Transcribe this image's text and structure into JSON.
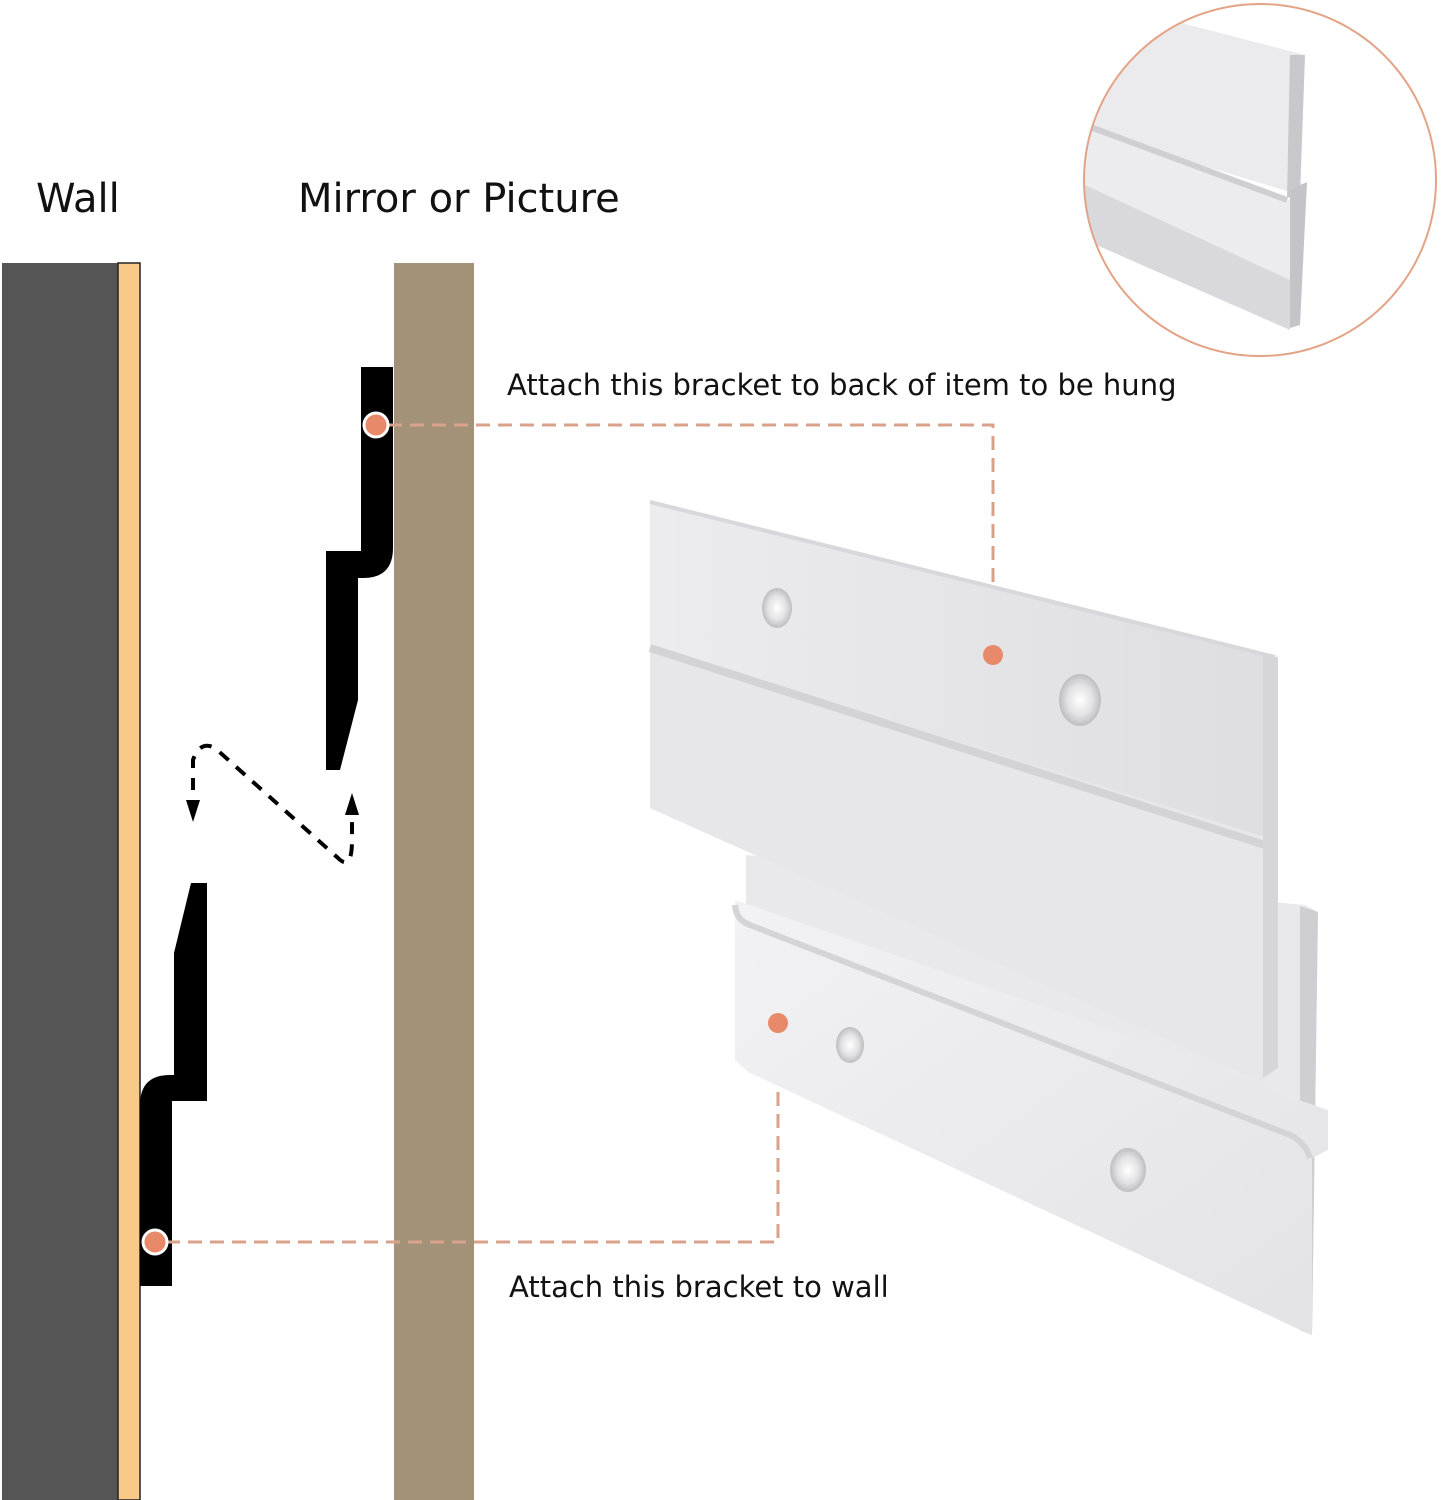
{
  "labels": {
    "wall": "Wall",
    "item": "Mirror or Picture",
    "top_caption": "Attach this bracket to back of item to be hung",
    "bottom_caption": "Attach this bracket to wall"
  },
  "colors": {
    "wall": "#555555",
    "wall_strip": "#F9C987",
    "item_panel": "#A39178",
    "bracket": "#000000",
    "callout": "#E8896A",
    "callout_line": "#D9A28B",
    "metal": "#E6E6E8",
    "inset_ring": "#E3A386"
  },
  "callouts": [
    {
      "name": "item-bracket-callout",
      "text_ref": "top_caption"
    },
    {
      "name": "wall-bracket-callout",
      "text_ref": "bottom_caption"
    }
  ]
}
